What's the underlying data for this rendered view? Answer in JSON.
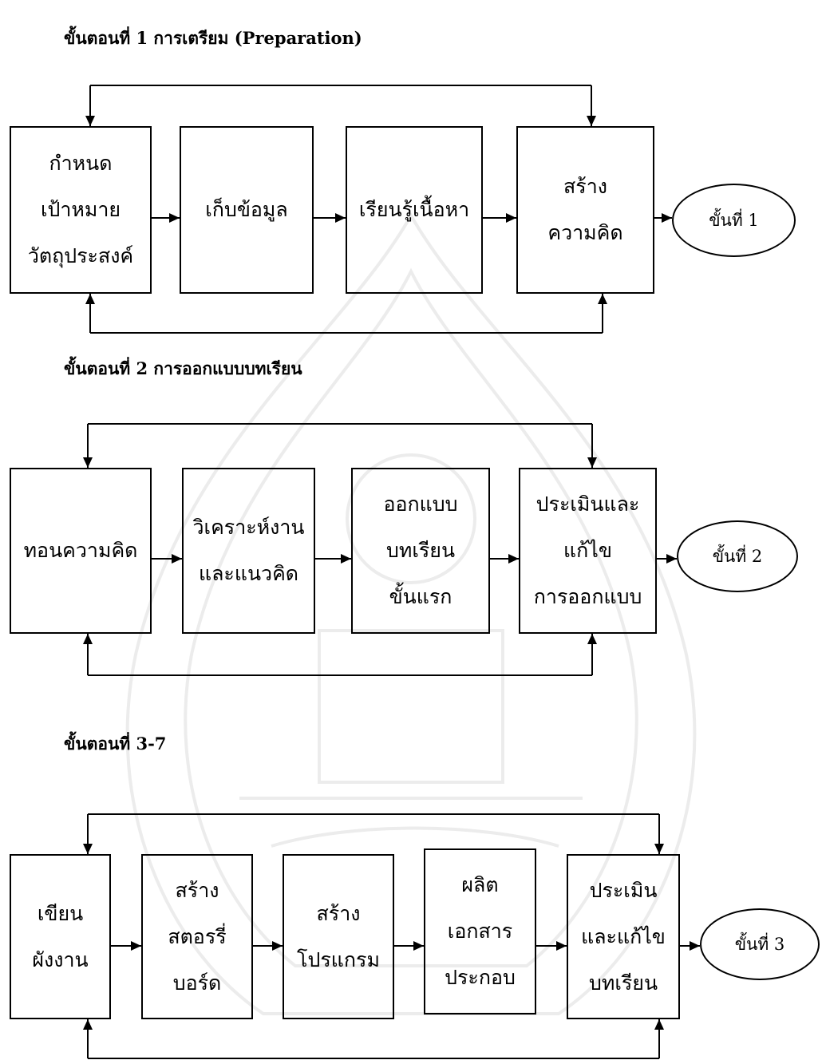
{
  "sections": [
    {
      "title": "ขั้นตอนที่ 1 การเตรียม (Preparation)",
      "boxes": [
        {
          "lines": [
            "กำหนด",
            "เป้าหมาย",
            "วัตถุประสงค์"
          ]
        },
        {
          "lines": [
            "เก็บข้อมูล"
          ]
        },
        {
          "lines": [
            "เรียนรู้เนื้อหา"
          ]
        },
        {
          "lines": [
            "สร้าง",
            "ความคิด"
          ]
        }
      ],
      "outcome": "ขั้นที่ 1"
    },
    {
      "title": "ขั้นตอนที่ 2 การออกแบบบทเรียน",
      "boxes": [
        {
          "lines": [
            "ทอนความคิด"
          ]
        },
        {
          "lines": [
            "วิเคราะห์งาน",
            "และแนวคิด"
          ]
        },
        {
          "lines": [
            "ออกแบบ",
            "บทเรียน",
            "ขั้นแรก"
          ]
        },
        {
          "lines": [
            "ประเมินและ",
            "แก้ไข",
            "การออกแบบ"
          ]
        }
      ],
      "outcome": "ขั้นที่ 2"
    },
    {
      "title": "ขั้นตอนที่ 3-7",
      "boxes": [
        {
          "lines": [
            "เขียน",
            "ผังงาน"
          ]
        },
        {
          "lines": [
            "สร้าง",
            "สตอรรี่",
            "บอร์ด"
          ]
        },
        {
          "lines": [
            "สร้าง",
            "โปรแกรม"
          ]
        },
        {
          "lines": [
            "ผลิต",
            "เอกสาร",
            "ประกอบ"
          ]
        },
        {
          "lines": [
            "ประเมิน",
            "และแก้ไข",
            "บทเรียน"
          ]
        }
      ],
      "outcome": "ขั้นที่ 3"
    }
  ]
}
